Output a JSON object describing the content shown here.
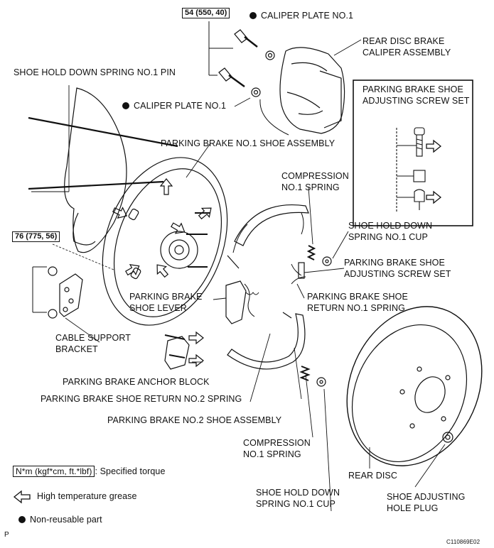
{
  "labels": {
    "torque_caliper": "54 (550, 40)",
    "caliper_plate_top": "CALIPER PLATE NO.1",
    "caliper_plate_mid": "CALIPER PLATE NO.1",
    "rear_disc_caliper_1": "REAR DISC BRAKE",
    "rear_disc_caliper_2": "CALIPER ASSEMBLY",
    "shoe_hold_pin": "SHOE HOLD DOWN SPRING NO.1 PIN",
    "inset_title_1": "PARKING BRAKE SHOE",
    "inset_title_2": "ADJUSTING SCREW SET",
    "no1_shoe_assy": "PARKING BRAKE NO.1 SHOE ASSEMBLY",
    "compression_top_1": "COMPRESSION",
    "compression_top_2": "NO.1 SPRING",
    "hold_cup_top_1": "SHOE HOLD DOWN",
    "hold_cup_top_2": "SPRING NO.1 CUP",
    "adj_screw_1": "PARKING BRAKE SHOE",
    "adj_screw_2": "ADJUSTING SCREW SET",
    "return_no1_1": "PARKING BRAKE SHOE",
    "return_no1_2": "RETURN NO.1 SPRING",
    "torque_bracket": "76 (775, 56)",
    "lever_1": "PARKING BRAKE",
    "lever_2": "SHOE LEVER",
    "cable_bracket_1": "CABLE SUPPORT",
    "cable_bracket_2": "BRACKET",
    "anchor_block": "PARKING BRAKE ANCHOR BLOCK",
    "return_no2": "PARKING BRAKE SHOE RETURN NO.2 SPRING",
    "no2_shoe_assy": "PARKING BRAKE NO.2 SHOE ASSEMBLY",
    "compression_bot_1": "COMPRESSION",
    "compression_bot_2": "NO.1 SPRING",
    "rear_disc": "REAR DISC",
    "hold_cup_bot_1": "SHOE HOLD DOWN",
    "hold_cup_bot_2": "SPRING NO.1 CUP",
    "plug_1": "SHOE ADJUSTING",
    "plug_2": "HOLE PLUG"
  },
  "legend": {
    "torque_unit": "N*m (kgf*cm, ft.*lbf)",
    "torque_text": ": Specified torque",
    "grease_text": "High temperature grease",
    "nonreuse_text": "Non-reusable part"
  },
  "footer": {
    "left_mark": "P",
    "code": "C110869E02"
  }
}
